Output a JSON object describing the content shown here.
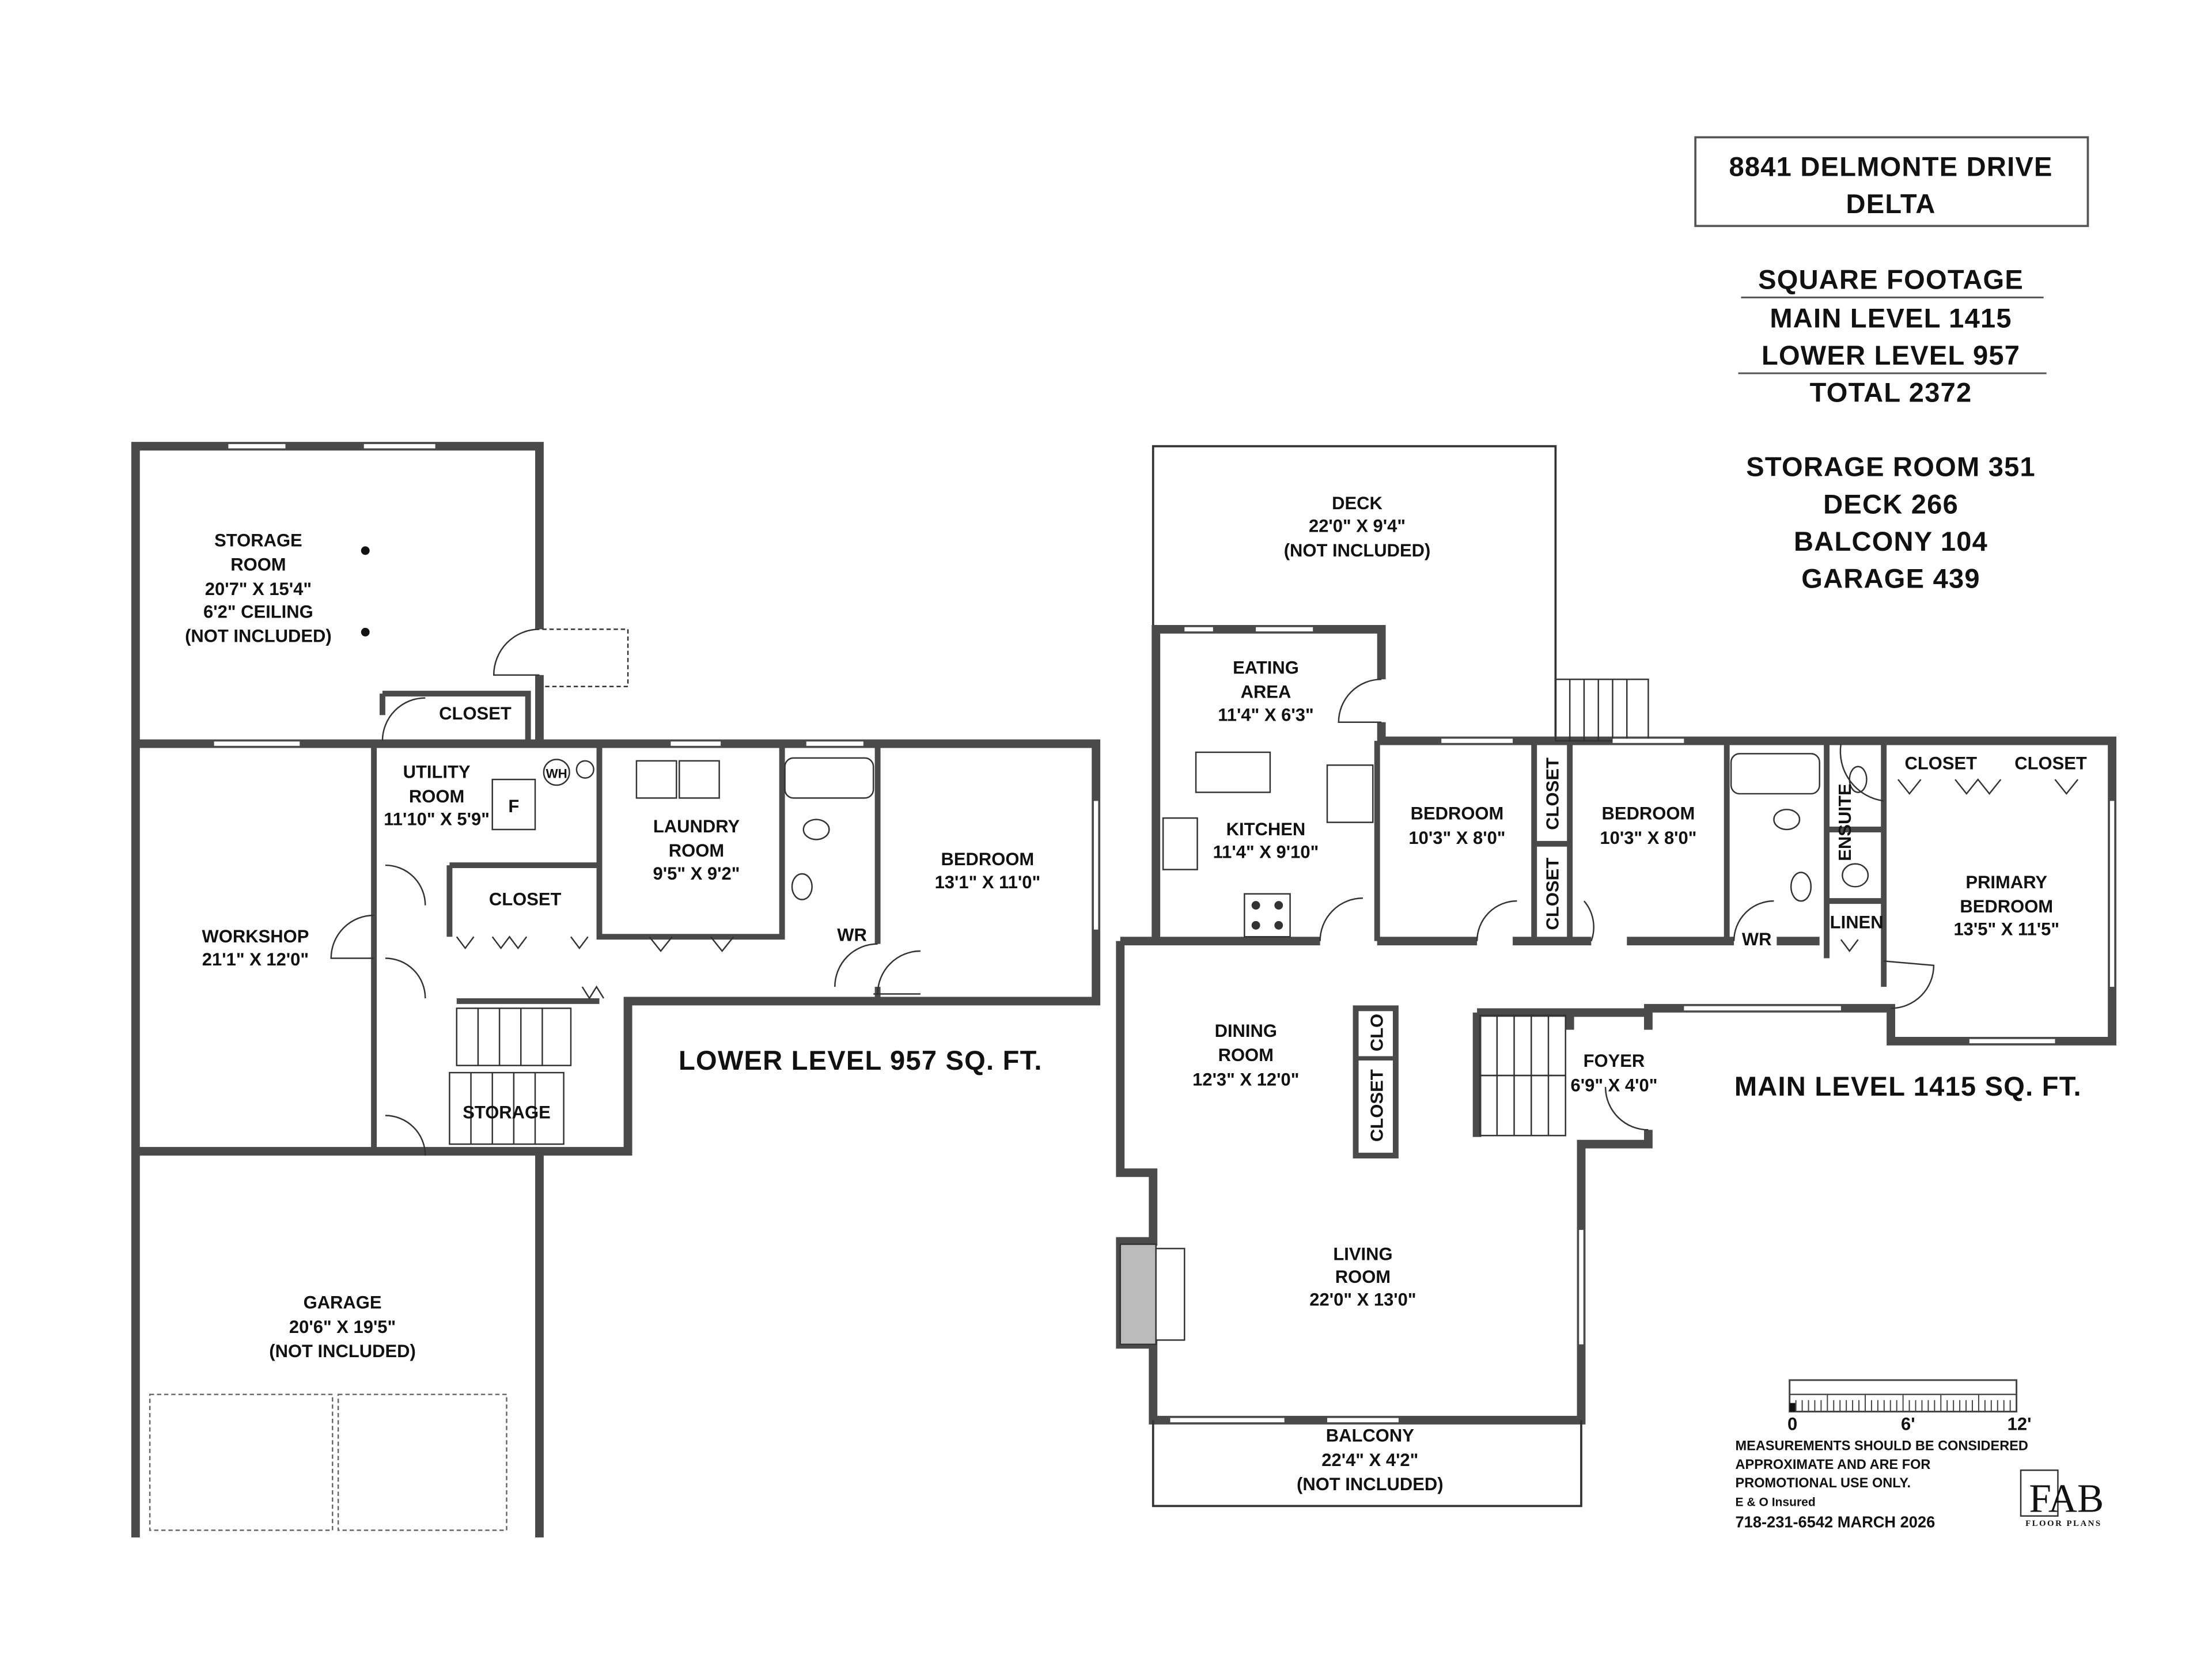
{
  "title_block": {
    "address": "8841 DELMONTE DRIVE",
    "city": "DELTA"
  },
  "square_footage": {
    "heading": "SQUARE FOOTAGE",
    "main": "MAIN LEVEL 1415",
    "lower": "LOWER LEVEL 957",
    "total": "TOTAL 2372"
  },
  "extras": [
    "STORAGE ROOM 351",
    "DECK 266",
    "BALCONY 104",
    "GARAGE 439"
  ],
  "lower_level": {
    "label": "LOWER LEVEL 957 SQ. FT.",
    "storage_room": [
      "STORAGE",
      "ROOM",
      "20'7\" X 15'4\"",
      "6'2\" CEILING",
      "(NOT INCLUDED)"
    ],
    "closet_storage": "CLOSET",
    "utility_room": [
      "UTILITY",
      "ROOM",
      "11'10\" X 5'9\""
    ],
    "furnace": "F",
    "water_heater": "WH",
    "laundry_room": [
      "LAUNDRY",
      "ROOM",
      "9'5\" X 9'2\""
    ],
    "closet_hall": "CLOSET",
    "bedroom": [
      "BEDROOM",
      "13'1\" X 11'0\""
    ],
    "workshop": [
      "WORKSHOP",
      "21'1\" X 12'0\""
    ],
    "washroom": "WR",
    "storage": "STORAGE",
    "garage": [
      "GARAGE",
      "20'6\" X 19'5\"",
      "(NOT INCLUDED)"
    ]
  },
  "main_level": {
    "label": "MAIN LEVEL 1415 SQ. FT.",
    "deck": [
      "DECK",
      "22'0\" X 9'4\"",
      "(NOT INCLUDED)"
    ],
    "eating_area": [
      "EATING",
      "AREA",
      "11'4\" X 6'3\""
    ],
    "kitchen": [
      "KITCHEN",
      "11'4\" X 9'10\""
    ],
    "bedroom_1": [
      "BEDROOM",
      "10'3\" X 8'0\""
    ],
    "bedroom_2": [
      "BEDROOM",
      "10'3\" X 8'0\""
    ],
    "closet_b1": "CLOSET",
    "closet_b2": "CLOSET",
    "ensuite": "ENSUITE",
    "primary_closets": [
      "CLOSET",
      "CLOSET"
    ],
    "linen": "LINEN",
    "primary_bedroom": [
      "PRIMARY",
      "BEDROOM",
      "13'5\" X 11'5\""
    ],
    "washroom": "WR",
    "dining_room": [
      "DINING",
      "ROOM",
      "12'3\" X 12'0\""
    ],
    "clo": "CLO",
    "closet_dining": "CLOSET",
    "foyer": [
      "FOYER",
      "6'9\" X 4'0\""
    ],
    "living_room": [
      "LIVING",
      "ROOM",
      "22'0\" X 13'0\""
    ],
    "balcony": [
      "BALCONY",
      "22'4\" X 4'2\"",
      "(NOT INCLUDED)"
    ]
  },
  "scale": {
    "labels": [
      "0",
      "6'",
      "12'"
    ]
  },
  "disclaimer": {
    "lines": [
      "MEASUREMENTS SHOULD BE CONSIDERED",
      "APPROXIMATE AND ARE FOR",
      "PROMOTIONAL USE ONLY."
    ],
    "insured": "E & O Insured",
    "contact": "718-231-6542  MARCH 2026"
  },
  "logo": {
    "name": "FAB",
    "sub": "FLOOR PLANS"
  }
}
